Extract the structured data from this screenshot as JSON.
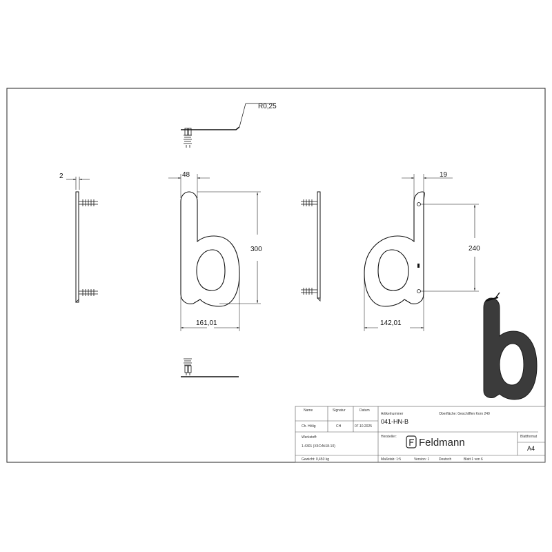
{
  "drawing": {
    "dimensions": {
      "radius": "R0,25",
      "thickness": "2",
      "top_width_b": "48",
      "height": "300",
      "width_b": "161,01",
      "top_width_d": "19",
      "hole_spacing": "240",
      "width_d": "142,01"
    }
  },
  "title_block": {
    "headers": {
      "name": "Name",
      "signatur": "Signatur",
      "datum": "Datum"
    },
    "author": {
      "name": "Ch. Hölig",
      "signatur": "CH",
      "datum": "07.10.2025"
    },
    "werkstoff_label": "Werkstoff:",
    "werkstoff_value": "1.4301 (X5CrNi18-10)",
    "gewicht": "Gewicht: 0,450 kg",
    "artikelnummer_label": "Artikelnummer",
    "artikelnummer_value": "041-HN-B",
    "oberflaeche": "Oberfläche:  Geschliffen Korn 240",
    "hersteller_label": "Hersteller:",
    "company": "Feldmann",
    "blattformat_label": "Blattformat",
    "blattformat_value": "A4",
    "massstab": "Maßstab: 1:5",
    "version": "Version: 1",
    "sprache": "Deutsch",
    "blatt": "Blatt 1 von 6"
  }
}
